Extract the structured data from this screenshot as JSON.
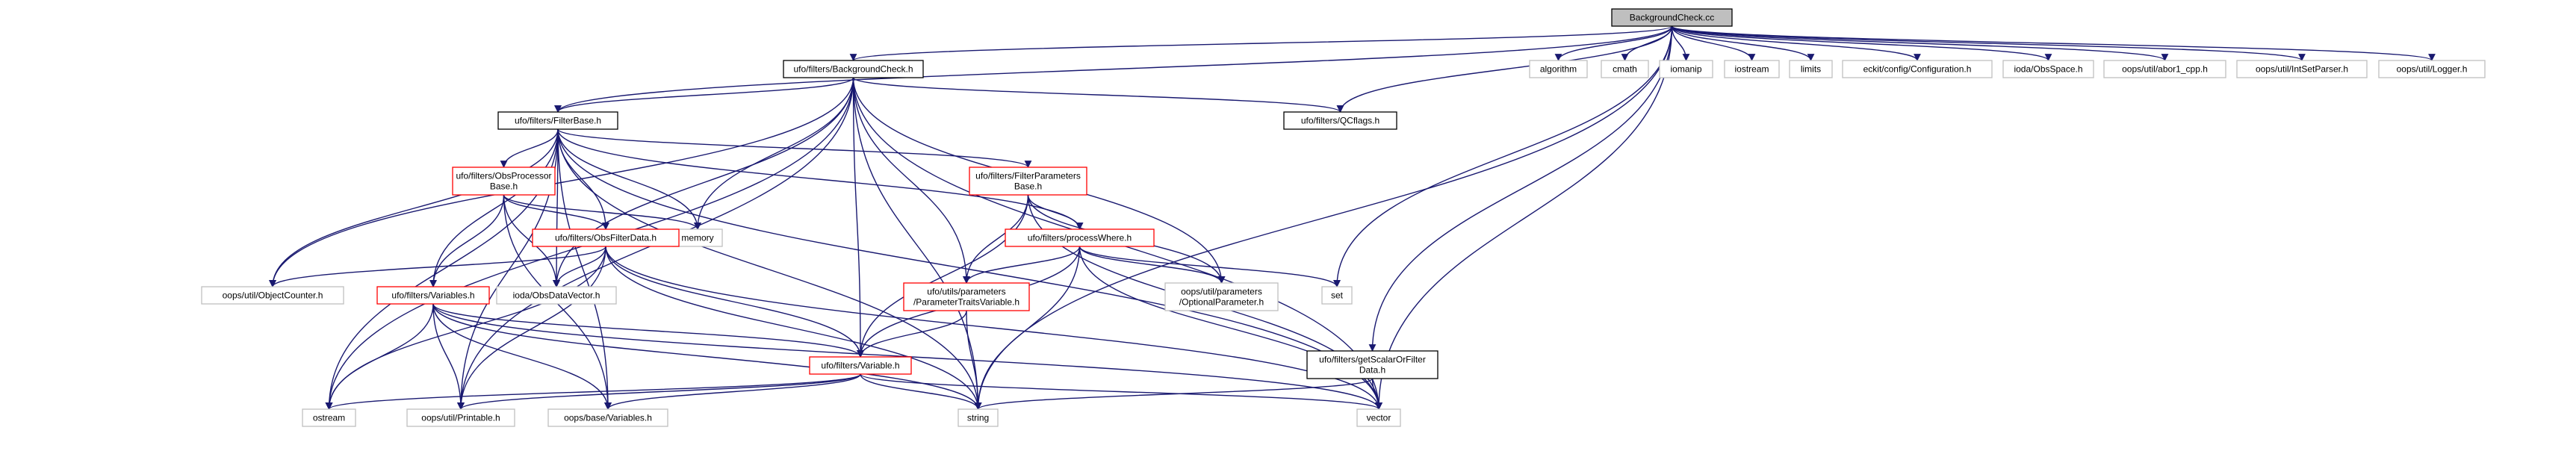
{
  "colors": {
    "edge": "#191970",
    "root_fill": "#bfbfbf",
    "documented_border": "#000000",
    "incomplete_border": "#ff0000",
    "external_border": "#bfbfbf"
  },
  "nodes": [
    {
      "id": "root",
      "kind": "root",
      "lines": [
        "BackgroundCheck.cc"
      ]
    },
    {
      "id": "bgcheck_h",
      "kind": "black",
      "lines": [
        "ufo/filters/BackgroundCheck.h"
      ]
    },
    {
      "id": "algorithm",
      "kind": "grey",
      "lines": [
        "algorithm"
      ]
    },
    {
      "id": "cmath",
      "kind": "grey",
      "lines": [
        "cmath"
      ]
    },
    {
      "id": "iomanip",
      "kind": "grey",
      "lines": [
        "iomanip"
      ]
    },
    {
      "id": "iostream",
      "kind": "grey",
      "lines": [
        "iostream"
      ]
    },
    {
      "id": "limits",
      "kind": "grey",
      "lines": [
        "limits"
      ]
    },
    {
      "id": "eckit_config",
      "kind": "grey",
      "lines": [
        "eckit/config/Configuration.h"
      ]
    },
    {
      "id": "ioda_obsspace",
      "kind": "grey",
      "lines": [
        "ioda/ObsSpace.h"
      ]
    },
    {
      "id": "oops_abort",
      "kind": "grey",
      "lines": [
        "oops/util/abor1_cpp.h"
      ]
    },
    {
      "id": "oops_intsetparser",
      "kind": "grey",
      "lines": [
        "oops/util/IntSetParser.h"
      ]
    },
    {
      "id": "oops_logger",
      "kind": "grey",
      "lines": [
        "oops/util/Logger.h"
      ]
    },
    {
      "id": "filterbase",
      "kind": "black",
      "lines": [
        "ufo/filters/FilterBase.h"
      ]
    },
    {
      "id": "qcflags",
      "kind": "black",
      "lines": [
        "ufo/filters/QCflags.h"
      ]
    },
    {
      "id": "obsprocessor",
      "kind": "red",
      "lines": [
        "ufo/filters/ObsProcessor",
        "Base.h"
      ]
    },
    {
      "id": "filterparams",
      "kind": "red",
      "lines": [
        "ufo/filters/FilterParameters",
        "Base.h"
      ]
    },
    {
      "id": "memory",
      "kind": "grey",
      "lines": [
        "memory"
      ]
    },
    {
      "id": "obsfilterdata",
      "kind": "red",
      "lines": [
        "ufo/filters/ObsFilterData.h"
      ]
    },
    {
      "id": "processwhere",
      "kind": "red",
      "lines": [
        "ufo/filters/processWhere.h"
      ]
    },
    {
      "id": "objectcounter",
      "kind": "grey",
      "lines": [
        "oops/util/ObjectCounter.h"
      ]
    },
    {
      "id": "variables_ufo",
      "kind": "red",
      "lines": [
        "ufo/filters/Variables.h"
      ]
    },
    {
      "id": "obsdatavector",
      "kind": "grey",
      "lines": [
        "ioda/ObsDataVector.h"
      ]
    },
    {
      "id": "paramtraits",
      "kind": "red",
      "lines": [
        "ufo/utils/parameters",
        "/ParameterTraitsVariable.h"
      ]
    },
    {
      "id": "optionalparam",
      "kind": "grey",
      "lines": [
        "oops/util/parameters",
        "/OptionalParameter.h"
      ]
    },
    {
      "id": "set",
      "kind": "grey",
      "lines": [
        "set"
      ]
    },
    {
      "id": "variable_ufo",
      "kind": "red",
      "lines": [
        "ufo/filters/Variable.h"
      ]
    },
    {
      "id": "getscalar",
      "kind": "black",
      "lines": [
        "ufo/filters/getScalarOrFilter",
        "Data.h"
      ]
    },
    {
      "id": "ostream",
      "kind": "grey",
      "lines": [
        "ostream"
      ]
    },
    {
      "id": "printable",
      "kind": "grey",
      "lines": [
        "oops/util/Printable.h"
      ]
    },
    {
      "id": "oops_variables",
      "kind": "grey",
      "lines": [
        "oops/base/Variables.h"
      ]
    },
    {
      "id": "string",
      "kind": "grey",
      "lines": [
        "string"
      ]
    },
    {
      "id": "vector",
      "kind": "grey",
      "lines": [
        "vector"
      ]
    }
  ],
  "edges": [
    [
      "root",
      "bgcheck_h"
    ],
    [
      "root",
      "algorithm"
    ],
    [
      "root",
      "cmath"
    ],
    [
      "root",
      "iomanip"
    ],
    [
      "root",
      "iostream"
    ],
    [
      "root",
      "limits"
    ],
    [
      "root",
      "eckit_config"
    ],
    [
      "root",
      "ioda_obsspace"
    ],
    [
      "root",
      "oops_abort"
    ],
    [
      "root",
      "oops_intsetparser"
    ],
    [
      "root",
      "oops_logger"
    ],
    [
      "root",
      "qcflags"
    ],
    [
      "root",
      "set"
    ],
    [
      "root",
      "getscalar"
    ],
    [
      "root",
      "string"
    ],
    [
      "root",
      "vector"
    ],
    [
      "root",
      "filterbase"
    ],
    [
      "bgcheck_h",
      "filterbase"
    ],
    [
      "bgcheck_h",
      "qcflags"
    ],
    [
      "bgcheck_h",
      "memory"
    ],
    [
      "bgcheck_h",
      "ostream"
    ],
    [
      "bgcheck_h",
      "objectcounter"
    ],
    [
      "bgcheck_h",
      "obsdatavector"
    ],
    [
      "bgcheck_h",
      "paramtraits"
    ],
    [
      "bgcheck_h",
      "optionalparam"
    ],
    [
      "bgcheck_h",
      "variable_ufo"
    ],
    [
      "bgcheck_h",
      "string"
    ],
    [
      "bgcheck_h",
      "vector"
    ],
    [
      "bgcheck_h",
      "printable"
    ],
    [
      "filterbase",
      "obsprocessor"
    ],
    [
      "filterbase",
      "filterparams"
    ],
    [
      "filterbase",
      "memory"
    ],
    [
      "filterbase",
      "obsfilterdata"
    ],
    [
      "filterbase",
      "processwhere"
    ],
    [
      "filterbase",
      "objectcounter"
    ],
    [
      "filterbase",
      "variables_ufo"
    ],
    [
      "filterbase",
      "obsdatavector"
    ],
    [
      "filterbase",
      "ostream"
    ],
    [
      "filterbase",
      "printable"
    ],
    [
      "filterbase",
      "oops_variables"
    ],
    [
      "filterbase",
      "string"
    ],
    [
      "filterbase",
      "vector"
    ],
    [
      "obsprocessor",
      "memory"
    ],
    [
      "obsprocessor",
      "obsfilterdata"
    ],
    [
      "obsprocessor",
      "variables_ufo"
    ],
    [
      "obsprocessor",
      "obsdatavector"
    ],
    [
      "obsprocessor",
      "oops_variables"
    ],
    [
      "filterparams",
      "processwhere"
    ],
    [
      "filterparams",
      "paramtraits"
    ],
    [
      "filterparams",
      "optionalparam"
    ],
    [
      "filterparams",
      "variable_ufo"
    ],
    [
      "filterparams",
      "vector"
    ],
    [
      "obsfilterdata",
      "objectcounter"
    ],
    [
      "obsfilterdata",
      "obsdatavector"
    ],
    [
      "obsfilterdata",
      "variable_ufo"
    ],
    [
      "obsfilterdata",
      "ostream"
    ],
    [
      "obsfilterdata",
      "printable"
    ],
    [
      "obsfilterdata",
      "string"
    ],
    [
      "obsfilterdata",
      "vector"
    ],
    [
      "processwhere",
      "set"
    ],
    [
      "processwhere",
      "paramtraits"
    ],
    [
      "processwhere",
      "optionalparam"
    ],
    [
      "processwhere",
      "variable_ufo"
    ],
    [
      "processwhere",
      "string"
    ],
    [
      "processwhere",
      "vector"
    ],
    [
      "variables_ufo",
      "variable_ufo"
    ],
    [
      "variables_ufo",
      "ostream"
    ],
    [
      "variables_ufo",
      "printable"
    ],
    [
      "variables_ufo",
      "oops_variables"
    ],
    [
      "variables_ufo",
      "string"
    ],
    [
      "variables_ufo",
      "vector"
    ],
    [
      "paramtraits",
      "variable_ufo"
    ],
    [
      "paramtraits",
      "string"
    ],
    [
      "variable_ufo",
      "ostream"
    ],
    [
      "variable_ufo",
      "printable"
    ],
    [
      "variable_ufo",
      "oops_variables"
    ],
    [
      "variable_ufo",
      "string"
    ],
    [
      "variable_ufo",
      "vector"
    ],
    [
      "getscalar",
      "string"
    ],
    [
      "getscalar",
      "vector"
    ]
  ]
}
